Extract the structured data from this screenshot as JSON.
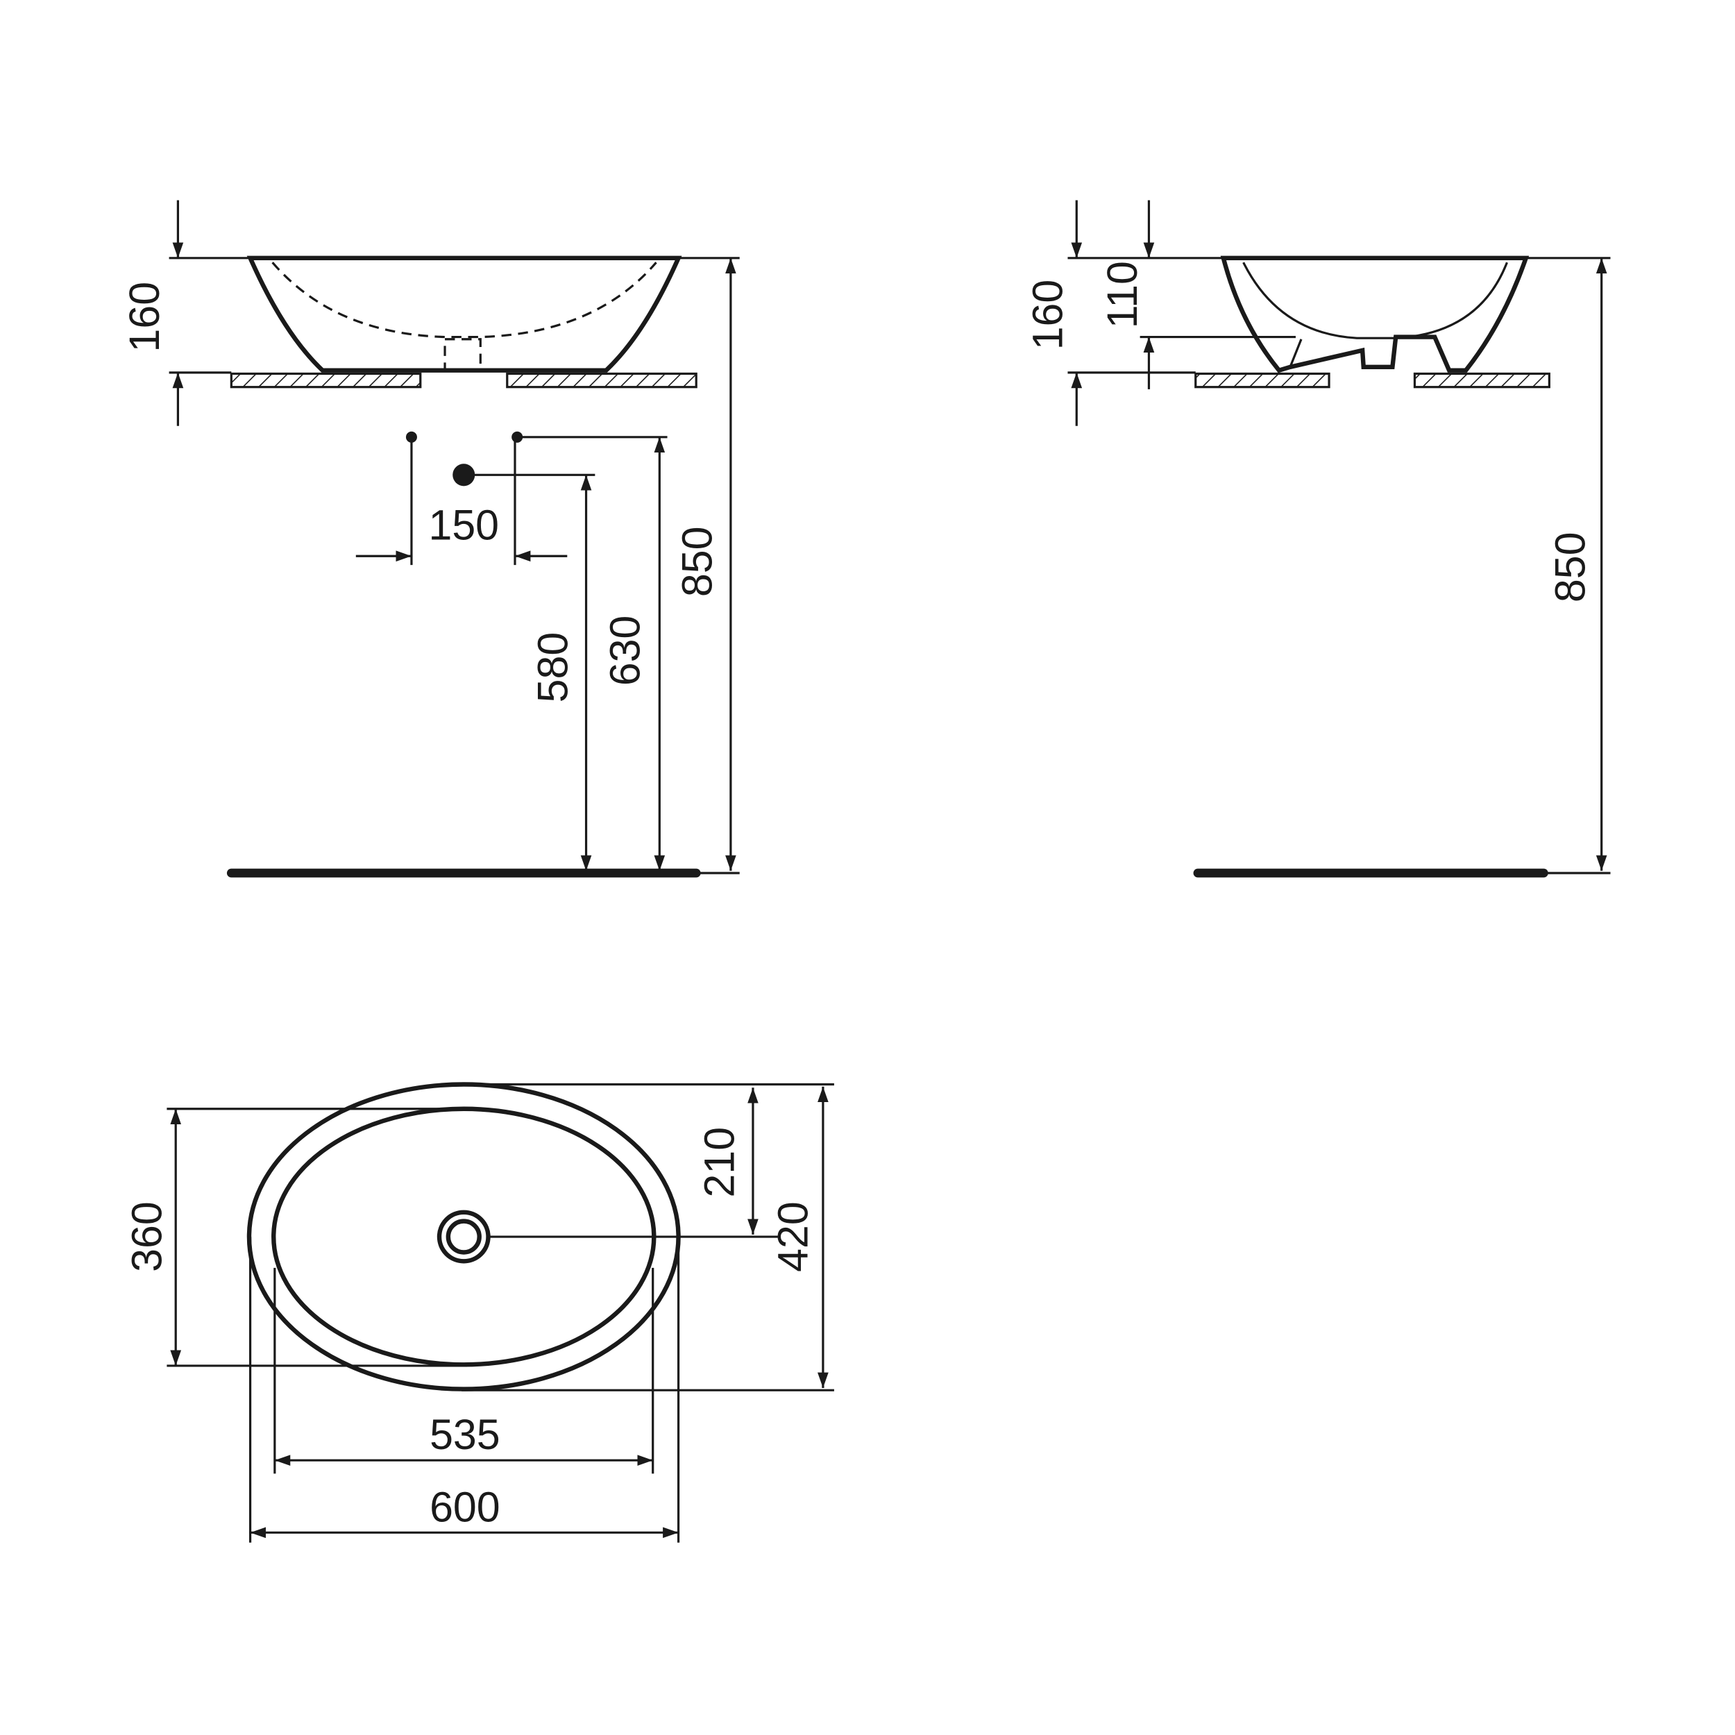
{
  "front_view": {
    "basin_height": "160",
    "tap_spacing": "150",
    "waste_height": "580",
    "supply_height": "630",
    "rim_height": "850"
  },
  "side_view": {
    "basin_height": "160",
    "inner_depth": "110",
    "rim_height": "850"
  },
  "top_view": {
    "inner_depth_width": "360",
    "drain_offset": "210",
    "outer_depth": "420",
    "inner_length": "535",
    "outer_length": "600"
  },
  "colors": {
    "line": "#1a1a1a",
    "background": "#ffffff"
  }
}
